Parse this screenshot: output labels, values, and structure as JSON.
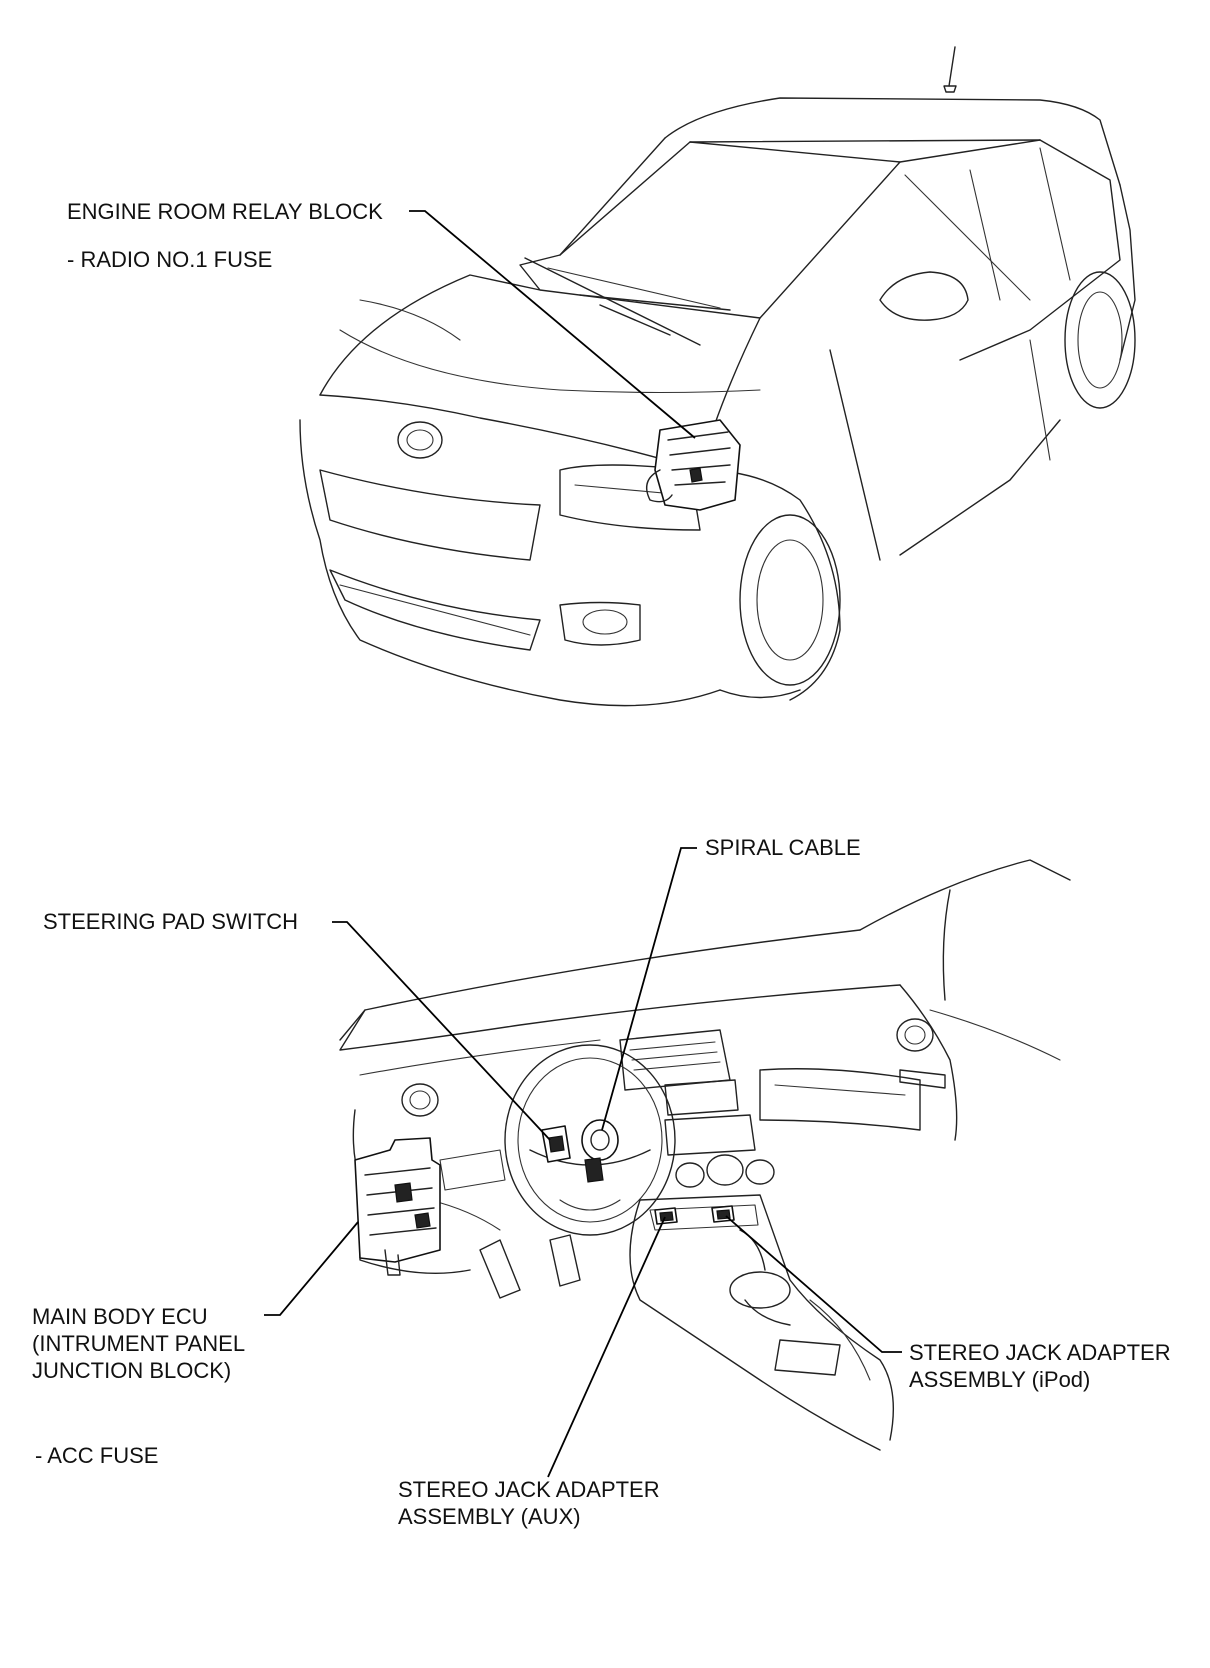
{
  "labels": {
    "engine_room_relay_block": "ENGINE ROOM RELAY BLOCK",
    "radio_no1_fuse": "- RADIO NO.1 FUSE",
    "spiral_cable": "SPIRAL CABLE",
    "steering_pad_switch": "STEERING PAD SWITCH",
    "main_body_ecu": [
      "MAIN BODY ECU",
      "(INTRUMENT PANEL",
      "JUNCTION BLOCK)"
    ],
    "acc_fuse": "- ACC FUSE",
    "stereo_jack_ipod": [
      "STEREO JACK ADAPTER",
      "ASSEMBLY (iPod)"
    ],
    "stereo_jack_aux": [
      "STEREO JACK ADAPTER",
      "ASSEMBLY (AUX)"
    ]
  }
}
